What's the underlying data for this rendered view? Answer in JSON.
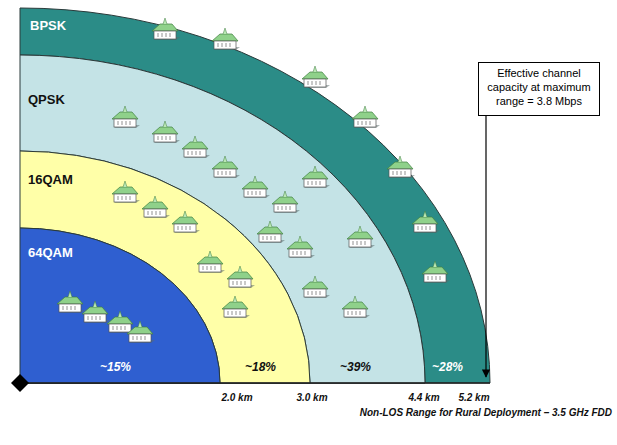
{
  "diagram": {
    "caption": "Non-LOS Range for Rural Deployment – 3.5 GHz FDD",
    "nodes": [
      {
        "text": [
          "BPSK",
          "~28%"
        ]
      },
      {
        "text": [
          "QPSK",
          "~39%"
        ]
      },
      {
        "text": [
          "16QAM",
          "~18%"
        ]
      },
      {
        "text": [
          "64QAM",
          "~15%"
        ]
      },
      {
        "text": [
          "Effective channel capacity at maximum range = 3.8 Mbps"
        ]
      }
    ],
    "edges": [
      {
        "from": 4,
        "to": 0,
        "arrow": "to"
      }
    ],
    "labels": [
      "2.0 km",
      "3.0 km",
      "4.4 km",
      "5.2 km"
    ]
  }
}
